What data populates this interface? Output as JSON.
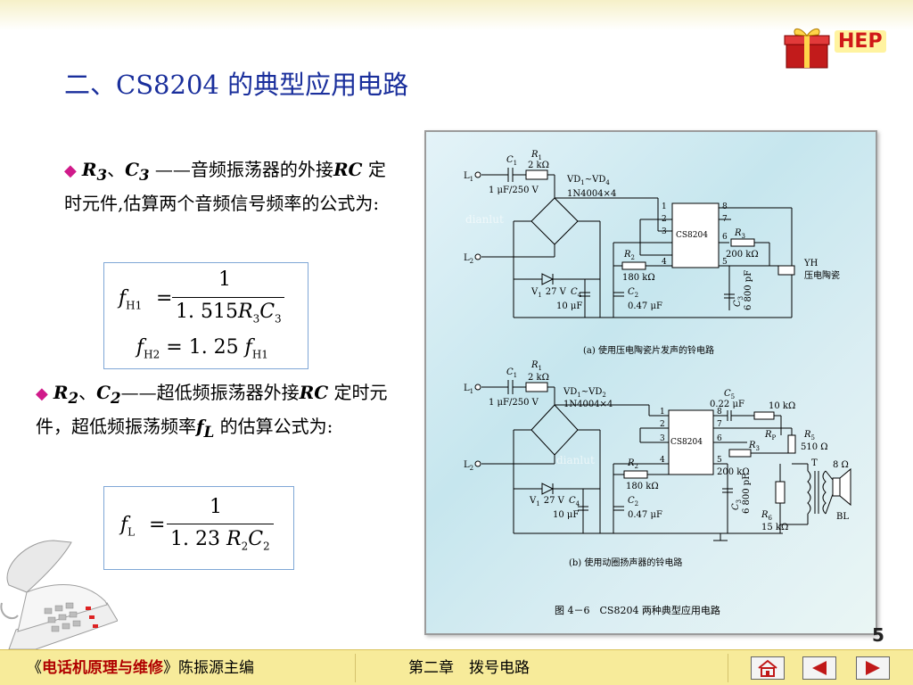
{
  "header": {
    "logo_text": "HEP",
    "title": "二、CS8204 的典型应用电路"
  },
  "para1": {
    "bullet": "◆",
    "var_r": "R",
    "sub_r": "3",
    "sep": "、",
    "var_c": "C",
    "sub_c": "3",
    "text1": " ——音频振荡器的外接",
    "var_rc": "RC",
    "text2": " 定时元件,估算两个音频信号频率的公式为:"
  },
  "formula1": {
    "lhs1": "f",
    "lhs1_sub": "H1",
    "eq": "=",
    "num": "1",
    "den": "1. 515",
    "den_r": "R",
    "den_r_sub": "3",
    "den_c": "C",
    "den_c_sub": "3",
    "lhs2": "f",
    "lhs2_sub": "H2",
    "rhs2": "= 1. 25",
    "rhs2_f": "f",
    "rhs2_sub": "H1"
  },
  "para2": {
    "bullet": "◆",
    "var_r": "R",
    "sub_r": "2",
    "sep": "、",
    "var_c": "C",
    "sub_c": "2",
    "text1": "——超低频振荡器外接",
    "var_rc": "RC",
    "text2": " 定时元件，超低频振荡频率",
    "var_f": "f",
    "sub_f": "L",
    "text3": " 的估算公式为:"
  },
  "formula2": {
    "lhs": "f",
    "lhs_sub": "L",
    "eq": "=",
    "num": "1",
    "den": "1. 23",
    "den_r": "R",
    "den_r_sub": "2",
    "den_c": "C",
    "den_c_sub": "2"
  },
  "figure": {
    "a": {
      "l1": "L",
      "l1_sub": "1",
      "l2": "L",
      "l2_sub": "2",
      "c1": "C",
      "c1_sub": "1",
      "c1_val": "1 μF/250 V",
      "r1": "R",
      "r1_sub": "1",
      "r1_val": "2 kΩ",
      "vd": "VD",
      "vd_range": "~VD",
      "vd_sub1": "1",
      "vd_sub4": "4",
      "vd_val": "1N4004×4",
      "chip": "CS8204",
      "pins": [
        "1",
        "2",
        "3",
        "4",
        "8",
        "7",
        "6",
        "5"
      ],
      "r2": "R",
      "r2_sub": "2",
      "r2_val": "180 kΩ",
      "r3": "R",
      "r3_sub": "3",
      "r3_val": "200 kΩ",
      "v1": "V",
      "v1_sub": "1",
      "v1_val": "27 V",
      "c4": "C",
      "c4_sub": "4",
      "c4_val": "10 μF",
      "c2": "C",
      "c2_sub": "2",
      "c2_val": "0.47 μF",
      "c3": "C",
      "c3_sub": "3",
      "c3_val": "6 800 pF",
      "yh": "YH",
      "yh_desc": "压电陶瓷",
      "caption": "(a) 使用压电陶瓷片发声的铃电路"
    },
    "b": {
      "l1": "L",
      "l1_sub": "1",
      "l2": "L",
      "l2_sub": "2",
      "c1": "C",
      "c1_sub": "1",
      "c1_val": "1 μF/250 V",
      "r1": "R",
      "r1_sub": "1",
      "r1_val": "2 kΩ",
      "vd": "VD",
      "vd_range": "~VD",
      "vd_sub1": "1",
      "vd_sub2": "2",
      "vd_val": "1N4004×4",
      "chip": "CS8204",
      "pins": [
        "1",
        "2",
        "3",
        "4",
        "8",
        "7",
        "6",
        "5"
      ],
      "c5": "C",
      "c5_sub": "5",
      "c5_val": "0.22 μF",
      "rp": "R",
      "rp_sub": "P",
      "rp_val": "10 kΩ",
      "r3": "R",
      "r3_sub": "3",
      "r3_val": "200 kΩ",
      "r5": "R",
      "r5_sub": "5",
      "r5_val": "510 Ω",
      "r2": "R",
      "r2_sub": "2",
      "r2_val": "180 kΩ",
      "t": "T",
      "spk_val": "8 Ω",
      "bl": "BL",
      "v1": "V",
      "v1_sub": "1",
      "v1_val": "27 V",
      "c4": "C",
      "c4_sub": "4",
      "c4_val": "10 μF",
      "c2": "C",
      "c2_sub": "2",
      "c2_val": "0.47 μF",
      "c3": "C",
      "c3_sub": "3",
      "c3_val": "6 800 pF",
      "r6": "R",
      "r6_sub": "6",
      "r6_val": "15 kΩ",
      "caption": "(b) 使用动圈扬声器的铃电路"
    },
    "caption": "图 4－6　CS8204 两种典型应用电路",
    "watermark": "dianlut"
  },
  "page_number": "5",
  "footer": {
    "book_open": "《",
    "book_name": "电话机原理与维修",
    "book_close": "》",
    "editor": "陈振源主编",
    "chapter": "第二章　拨号电路",
    "home_icon": "home-icon",
    "prev_icon": "arrow-left-icon",
    "next_icon": "arrow-right-icon"
  },
  "colors": {
    "title": "#1a2f9c",
    "bullet": "#d01a8a",
    "footer_bg": "#f7eb9a",
    "footer_book": "#b00000",
    "nav_arrow": "#d01818"
  }
}
